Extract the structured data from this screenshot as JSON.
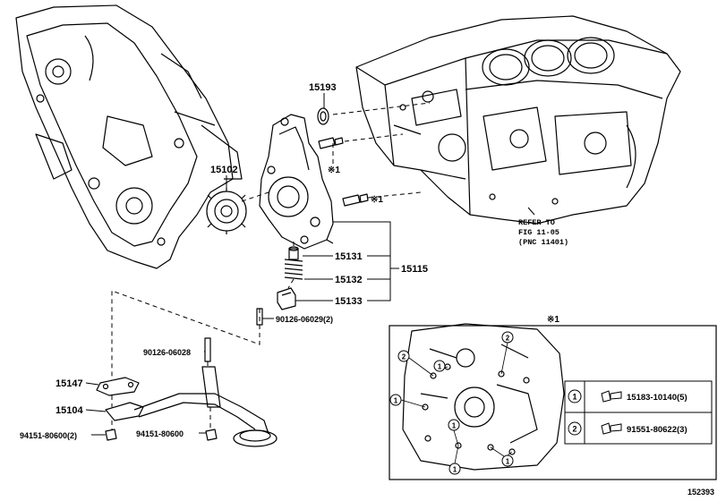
{
  "labels": {
    "p15193": "15193",
    "p15102": "15102",
    "p15131": "15131",
    "p15132": "15132",
    "p15133": "15133",
    "p15115": "15115",
    "p90126a": "90126-06029(2)",
    "p90126b": "90126-06028",
    "p15147": "15147",
    "p15104": "15104",
    "p94151a": "94151-80600(2)",
    "p94151b": "94151-80600",
    "note1": "※1",
    "note2": "※1",
    "note3": "※1"
  },
  "refer": {
    "line1": "REFER TO",
    "line2": "FIG 11-05",
    "line3": "(PNC 11401)"
  },
  "legend": {
    "row1_num": "1",
    "row1_part": "15183-10140(5)",
    "row2_num": "2",
    "row2_part": "91551-80622(3)"
  },
  "callouts": [
    "1",
    "2",
    "2",
    "1",
    "1",
    "1",
    "1"
  ],
  "figure_id": "152393"
}
